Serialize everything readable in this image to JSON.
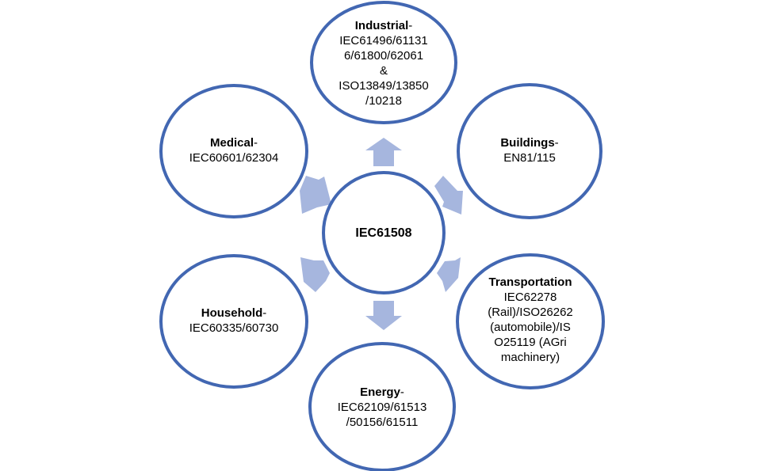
{
  "diagram": {
    "colors": {
      "ring": "#4267B2",
      "arrow": "#A6B6DE",
      "fill": "#FFFFFF",
      "text": "#000000"
    },
    "center": {
      "label": "IEC61508"
    },
    "nodes": {
      "industrial": {
        "heading": "Industrial",
        "heading_tail": "-",
        "lines": [
          "IEC61496/61131",
          "6/61800/62061",
          "&",
          "ISO13849/13850",
          "/10218"
        ]
      },
      "buildings": {
        "heading": "Buildings",
        "heading_tail": "-",
        "lines": [
          "EN81/115"
        ]
      },
      "transportation": {
        "heading": "Transportation",
        "heading_tail": "",
        "lines": [
          "IEC62278",
          "(Rail)/ISO26262",
          "(automobile)/IS",
          "O25119 (AGri",
          "machinery)"
        ]
      },
      "energy": {
        "heading": "Energy",
        "heading_tail": "-",
        "lines": [
          "IEC62109/61513",
          "/50156/61511"
        ]
      },
      "household": {
        "heading": "Household",
        "heading_tail": "-",
        "lines": [
          "IEC60335/60730"
        ]
      },
      "medical": {
        "heading": "Medical",
        "heading_tail": "-",
        "lines": [
          "IEC60601/62304"
        ]
      }
    }
  }
}
